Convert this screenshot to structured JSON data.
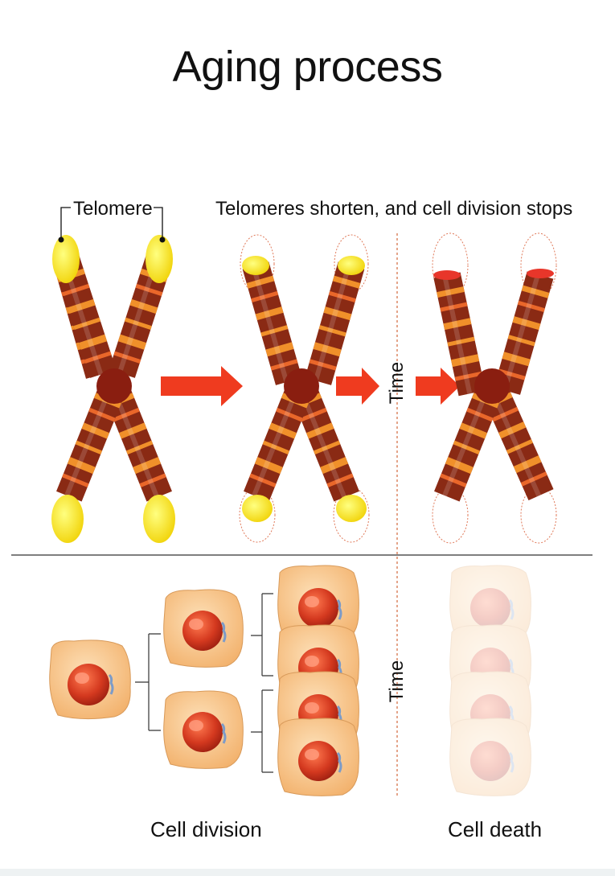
{
  "title": "Aging process",
  "labels": {
    "telomere": "Telomere",
    "telomeres_shorten": "Telomeres shorten, and cell division stops",
    "time_top": "Time",
    "time_bottom": "Time",
    "cell_division": "Cell division",
    "cell_death": "Cell death"
  },
  "colors": {
    "telomere_yellow": "#f5e600",
    "chromatid_dark": "#8a2a14",
    "band_orange": "#f0902a",
    "centromere": "#8a1e10",
    "arrow_red": "#ef3b1f",
    "damaged_tip": "#e8362a",
    "cell_fill": "#f7c48a",
    "nucleus": "#d4391f"
  },
  "chromosome_stages": [
    "normal",
    "shortened",
    "critically-short"
  ],
  "cell_division_tree": {
    "generations": [
      1,
      2,
      4
    ],
    "dead_cells": 4
  }
}
